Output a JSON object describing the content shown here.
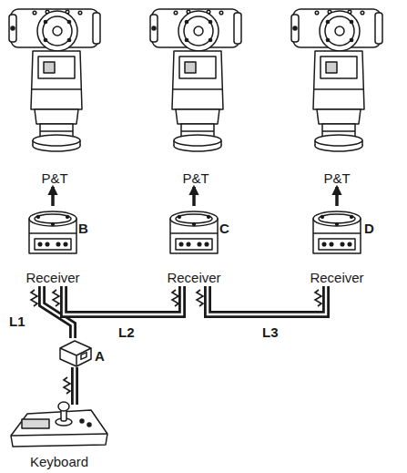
{
  "diagram": {
    "nodes": [
      {
        "text": [
          "P&T"
        ]
      },
      {
        "text": [
          "P&T"
        ]
      },
      {
        "text": [
          "P&T"
        ]
      },
      {
        "text": [
          "B",
          "Receiver"
        ]
      },
      {
        "text": [
          "C",
          "Receiver"
        ]
      },
      {
        "text": [
          "D",
          "Receiver"
        ]
      },
      {
        "text": [
          "A"
        ]
      },
      {
        "text": [
          "Keyboard"
        ]
      }
    ],
    "edges": [
      {
        "from": 3,
        "to": 0,
        "arrow": "to"
      },
      {
        "from": 4,
        "to": 1,
        "arrow": "to"
      },
      {
        "from": 5,
        "to": 2,
        "arrow": "to"
      },
      {
        "from": 6,
        "to": 3,
        "arrow": "none",
        "label": "L1"
      },
      {
        "from": 3,
        "to": 4,
        "arrow": "none",
        "label": "L2"
      },
      {
        "from": 4,
        "to": 5,
        "arrow": "none",
        "label": "L3"
      },
      {
        "from": 7,
        "to": 6,
        "arrow": "none"
      }
    ]
  }
}
